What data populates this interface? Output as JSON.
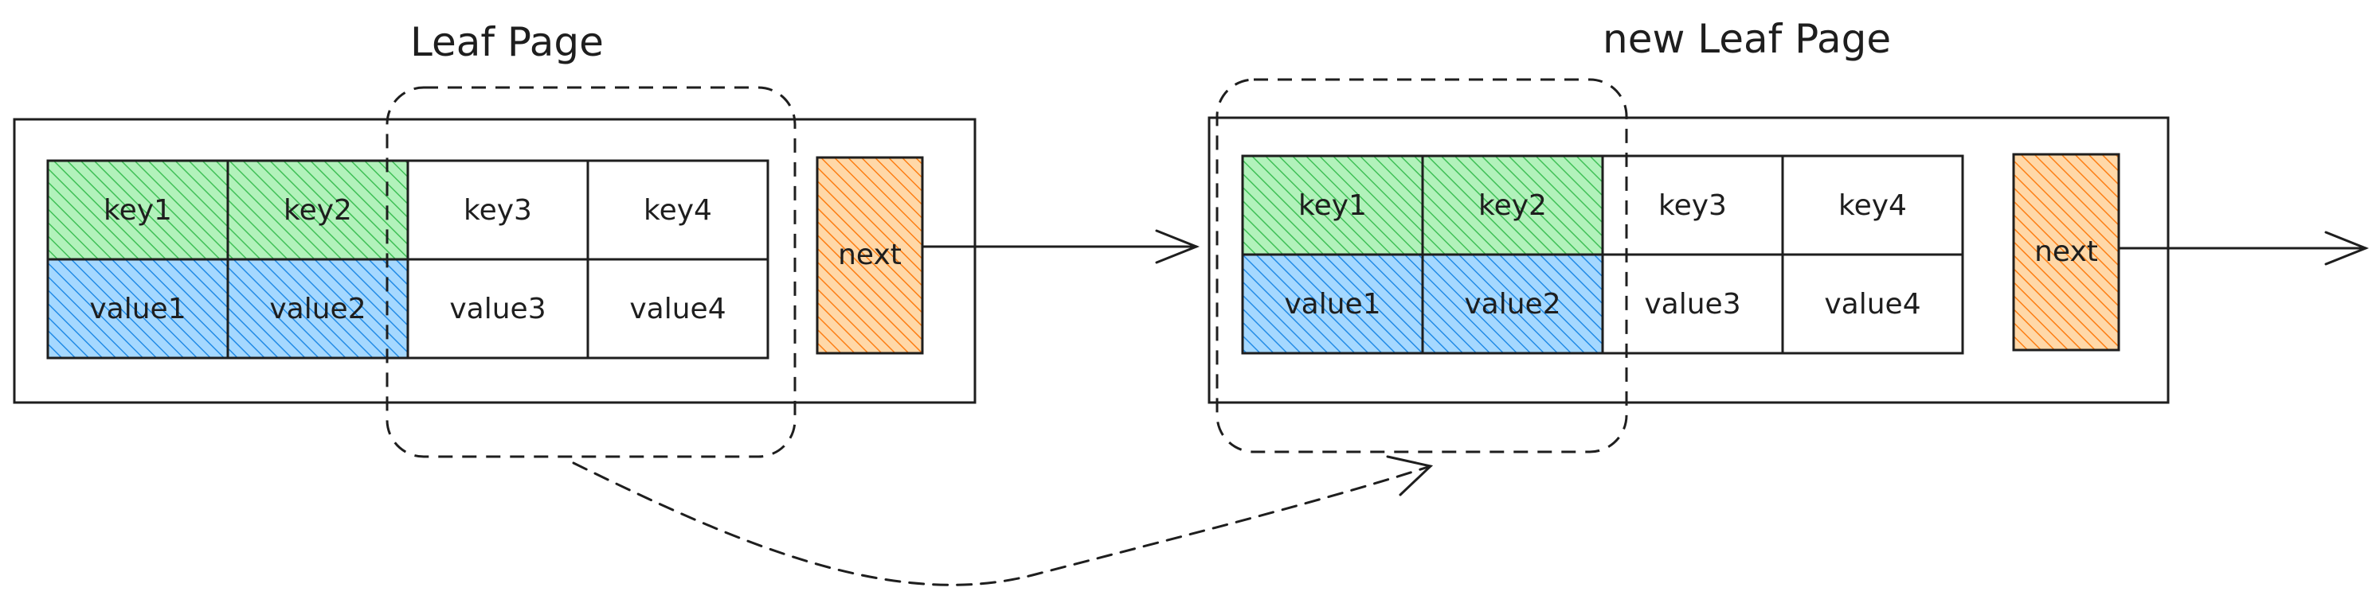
{
  "colors": {
    "key_fill": "#b2f2bb",
    "key_hatch": "#40c057",
    "value_fill": "#a5d8ff",
    "value_hatch": "#228be6",
    "next_fill": "#ffd8a8",
    "next_hatch": "#fd7e14",
    "stroke": "#1e1e1e"
  },
  "left_page": {
    "title": "Leaf Page",
    "keys": [
      "key1",
      "key2",
      "key3",
      "key4"
    ],
    "values": [
      "value1",
      "value2",
      "value3",
      "value4"
    ],
    "next_label": "next"
  },
  "right_page": {
    "title": "new Leaf Page",
    "keys": [
      "key1",
      "key2",
      "key3",
      "key4"
    ],
    "values": [
      "value1",
      "value2",
      "value3",
      "value4"
    ],
    "next_label": "next"
  }
}
